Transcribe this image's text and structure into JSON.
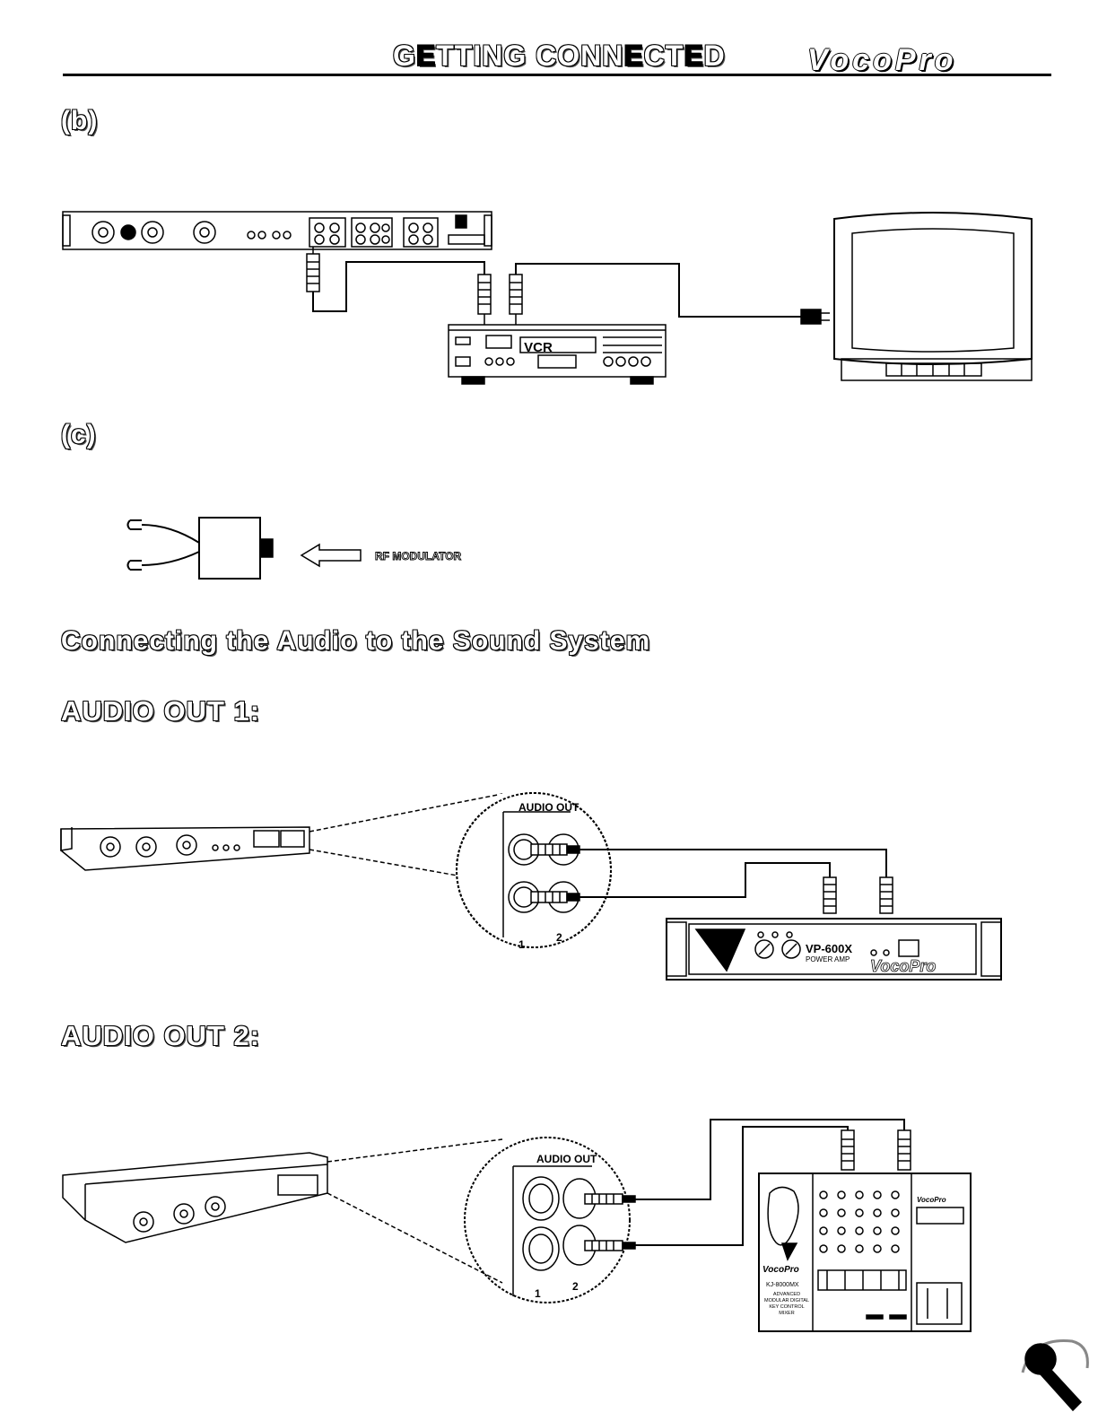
{
  "header": {
    "title_parts": [
      "G",
      "E",
      "TTING CONN",
      "E",
      "CT",
      "E",
      "D"
    ],
    "brand": "VocoPro"
  },
  "labels": {
    "b": "(b)",
    "c": "(c)",
    "rf_modulator": "RF MODULATOR",
    "vcr": "VCR",
    "section_title": "Connecting the Audio to the Sound System",
    "audio_out_1": "AUDIO OUT 1:",
    "audio_out_2": "AUDIO OUT 2:",
    "audio_out_panel": "AUDIO OUT",
    "jack_1": "1",
    "jack_2": "2",
    "amp_model": "VP-600X",
    "amp_sub": "POWER AMP",
    "amp_brand": "VocoPro",
    "mixer_brand": "VocoPro",
    "mixer_model": "KJ-8000MX",
    "mixer_desc": "ADVANCED MODULAR DIGITAL KEY CONTROL MIXER"
  }
}
